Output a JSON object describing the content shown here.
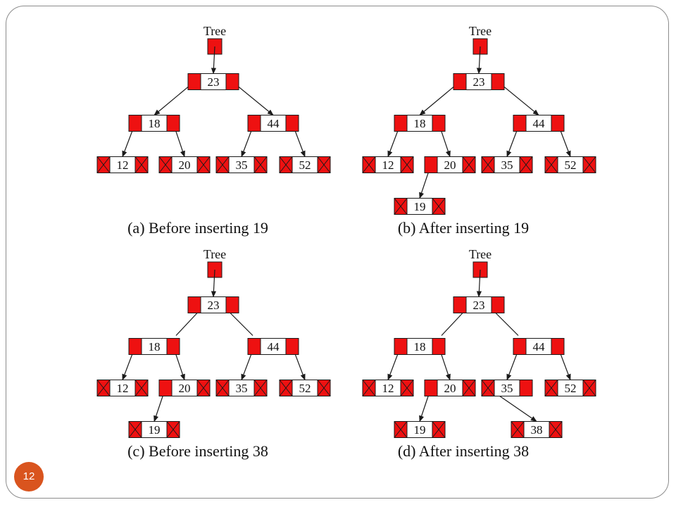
{
  "slide": {
    "number": "12"
  },
  "colors": {
    "pointer": "#ee1111",
    "border": "#1a1a1a",
    "key": "#ffffff"
  },
  "panels": [
    {
      "id": "a",
      "caption": "(a) Before inserting 19",
      "root_label": "Tree",
      "nodes": [
        {
          "id": "n23",
          "key": "23",
          "children": [
            "n18",
            "n44"
          ]
        },
        {
          "id": "n18",
          "key": "18",
          "children": [
            "n12",
            "n20"
          ]
        },
        {
          "id": "n44",
          "key": "44",
          "children": [
            "n35",
            "n52"
          ]
        },
        {
          "id": "n12",
          "key": "12",
          "children": []
        },
        {
          "id": "n20",
          "key": "20",
          "children": []
        },
        {
          "id": "n35",
          "key": "35",
          "children": []
        },
        {
          "id": "n52",
          "key": "52",
          "children": []
        }
      ]
    },
    {
      "id": "b",
      "caption": "(b) After inserting 19",
      "root_label": "Tree",
      "nodes": [
        {
          "id": "n23",
          "key": "23",
          "children": [
            "n18",
            "n44"
          ]
        },
        {
          "id": "n18",
          "key": "18",
          "children": [
            "n12",
            "n20"
          ]
        },
        {
          "id": "n44",
          "key": "44",
          "children": [
            "n35",
            "n52"
          ]
        },
        {
          "id": "n12",
          "key": "12",
          "children": []
        },
        {
          "id": "n20",
          "key": "20",
          "children": [
            "n19"
          ]
        },
        {
          "id": "n35",
          "key": "35",
          "children": []
        },
        {
          "id": "n52",
          "key": "52",
          "children": []
        },
        {
          "id": "n19",
          "key": "19",
          "children": []
        }
      ]
    },
    {
      "id": "c",
      "caption": "(c) Before inserting 38",
      "root_label": "Tree",
      "nodes": [
        {
          "id": "n23",
          "key": "23",
          "children": [
            "n18",
            "n44"
          ]
        },
        {
          "id": "n18",
          "key": "18",
          "children": [
            "n12",
            "n20"
          ]
        },
        {
          "id": "n44",
          "key": "44",
          "children": [
            "n35",
            "n52"
          ]
        },
        {
          "id": "n12",
          "key": "12",
          "children": []
        },
        {
          "id": "n20",
          "key": "20",
          "children": [
            "n19"
          ]
        },
        {
          "id": "n35",
          "key": "35",
          "children": []
        },
        {
          "id": "n52",
          "key": "52",
          "children": []
        },
        {
          "id": "n19",
          "key": "19",
          "children": []
        }
      ]
    },
    {
      "id": "d",
      "caption": "(d) After inserting 38",
      "root_label": "Tree",
      "nodes": [
        {
          "id": "n23",
          "key": "23",
          "children": [
            "n18",
            "n44"
          ]
        },
        {
          "id": "n18",
          "key": "18",
          "children": [
            "n12",
            "n20"
          ]
        },
        {
          "id": "n44",
          "key": "44",
          "children": [
            "n35",
            "n52"
          ]
        },
        {
          "id": "n12",
          "key": "12",
          "children": []
        },
        {
          "id": "n20",
          "key": "20",
          "children": [
            "n19"
          ]
        },
        {
          "id": "n35",
          "key": "35",
          "children": [
            "n38"
          ]
        },
        {
          "id": "n52",
          "key": "52",
          "children": []
        },
        {
          "id": "n19",
          "key": "19",
          "children": []
        },
        {
          "id": "n38",
          "key": "38",
          "children": []
        }
      ]
    }
  ]
}
